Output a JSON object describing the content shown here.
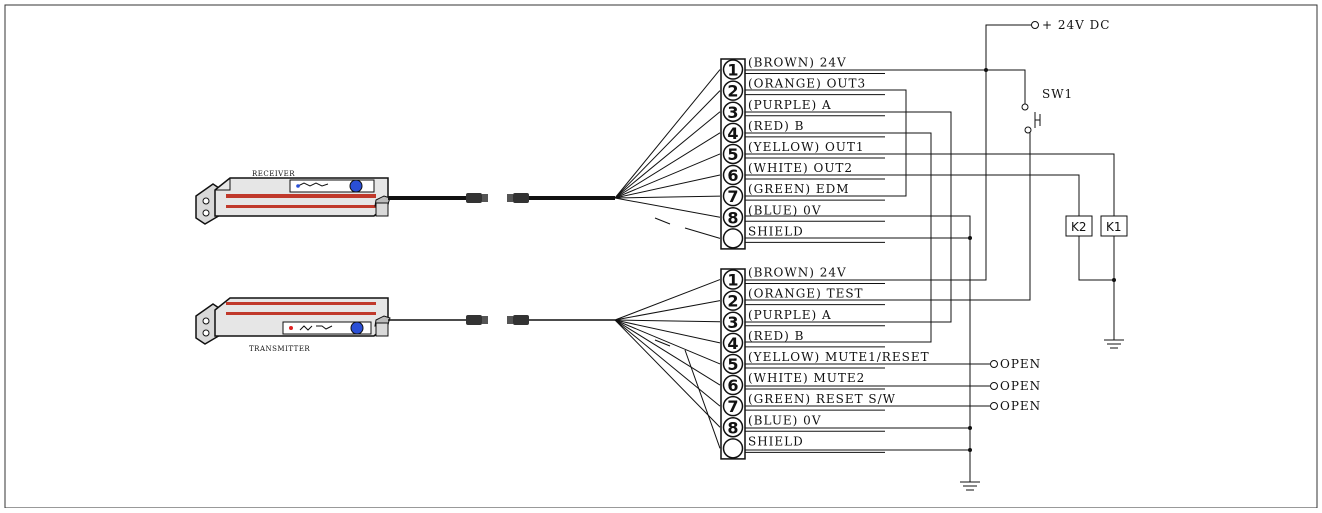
{
  "devices": {
    "receiver_label": "RECEIVER",
    "transmitter_label": "TRANSMITTER"
  },
  "receiver_terminal": {
    "pins": [
      {
        "num": "1",
        "label": "(BROWN) 24V"
      },
      {
        "num": "2",
        "label": "(ORANGE) OUT3"
      },
      {
        "num": "3",
        "label": "(PURPLE) A"
      },
      {
        "num": "4",
        "label": "(RED) B"
      },
      {
        "num": "5",
        "label": "(YELLOW) OUT1"
      },
      {
        "num": "6",
        "label": "(WHITE) OUT2"
      },
      {
        "num": "7",
        "label": "(GREEN) EDM"
      },
      {
        "num": "8",
        "label": "(BLUE) 0V"
      },
      {
        "num": "",
        "label": "SHIELD"
      }
    ]
  },
  "transmitter_terminal": {
    "pins": [
      {
        "num": "1",
        "label": "(BROWN) 24V"
      },
      {
        "num": "2",
        "label": "(ORANGE) TEST"
      },
      {
        "num": "3",
        "label": "(PURPLE) A"
      },
      {
        "num": "4",
        "label": "(RED) B"
      },
      {
        "num": "5",
        "label": "(YELLOW) MUTE1/RESET"
      },
      {
        "num": "6",
        "label": "(WHITE) MUTE2"
      },
      {
        "num": "7",
        "label": "(GREEN) RESET S/W"
      },
      {
        "num": "8",
        "label": "(BLUE) 0V"
      },
      {
        "num": "",
        "label": "SHIELD"
      }
    ]
  },
  "power": {
    "label": "+ 24V DC"
  },
  "switch": {
    "label": "SW1"
  },
  "relays": {
    "k1": "K1",
    "k2": "K2"
  },
  "open_labels": {
    "pin5": "OPEN",
    "pin6": "OPEN",
    "pin7": "OPEN"
  },
  "colors": {
    "line": "#1a1a1a",
    "bar_red": "#c0392b",
    "lens_blue": "#2a4fd6",
    "indicator_red": "#e02020"
  }
}
